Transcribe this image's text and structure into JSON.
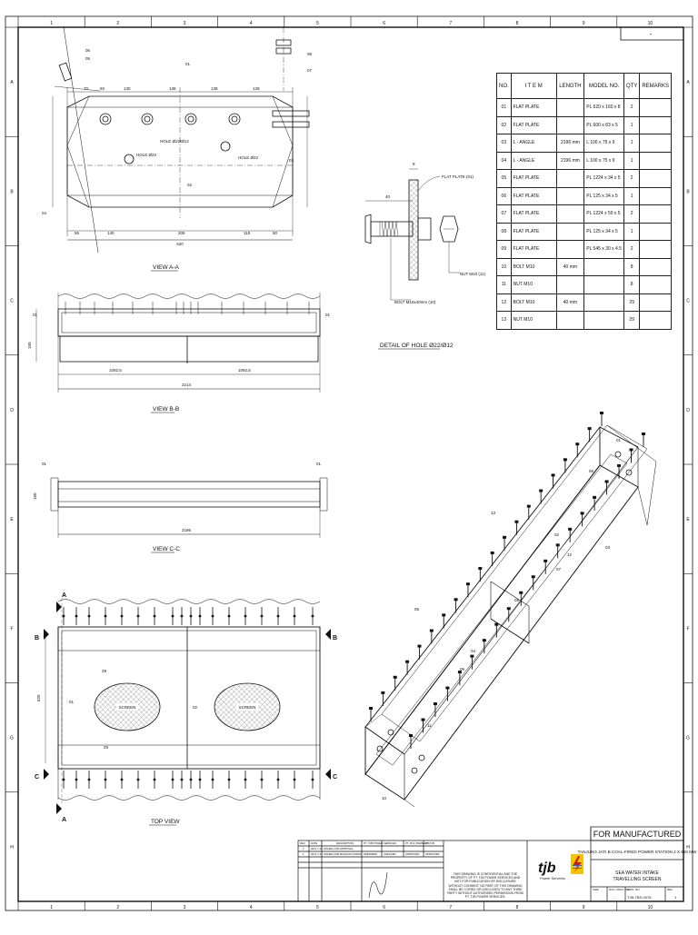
{
  "border": {
    "columns": [
      "1",
      "2",
      "3",
      "4",
      "5",
      "6",
      "7",
      "8",
      "9",
      "10"
    ],
    "rows": [
      "A",
      "B",
      "C",
      "D",
      "E",
      "F",
      "G",
      "H"
    ],
    "corner_dash": "-"
  },
  "views": {
    "view_aa": "VIEW A-A",
    "view_bb": "VIEW B-B",
    "view_cc": "VIEW C-C",
    "top_view": "TOP VIEW",
    "detail": "DETAIL OF HOLE Ø22/Ø12"
  },
  "view_aa_labels": {
    "holes_small": "HOLE Ø22/Ø12",
    "hole22a": "HOLE Ø22",
    "hole22b": "HOLE Ø22",
    "overall": "620",
    "dims_top": [
      "70",
      "92",
      "130",
      "138",
      "138",
      "128"
    ],
    "dims_bottom": [
      "56",
      "140",
      "206",
      "118",
      "50"
    ],
    "callouts": [
      "06",
      "05",
      "01",
      "02",
      "03",
      "04",
      "08",
      "07"
    ]
  },
  "view_bb_labels": {
    "half_left": "1092,5",
    "half_right": "1092,5",
    "total": "2214",
    "height": "160",
    "callouts": [
      "01",
      "01"
    ]
  },
  "view_cc_labels": {
    "total": "2196",
    "height": "160",
    "callouts": [
      "01",
      "01"
    ]
  },
  "top_view_labels": {
    "screen_left": "SCREEN",
    "screen_right": "SCREEN",
    "callouts": [
      "01",
      "02",
      "29",
      "29"
    ],
    "section_a": "A",
    "section_b": "B",
    "section_c": "C",
    "width": "620"
  },
  "detail_labels": {
    "flat_plate": "FLAT PLATE (01)",
    "nut": "NUT M10 (11)",
    "bolt": "BOLT M10x40mm (10)",
    "dim_a": "40",
    "dim_b": "8"
  },
  "bom": {
    "headers": [
      "NO.",
      "I T E M",
      "LENGTH",
      "MODEL NO.",
      "QTY",
      "REMARKS"
    ],
    "rows": [
      [
        "01",
        "FLAT PLATE",
        "",
        "PL 620 x 160 x 8",
        "2",
        ""
      ],
      [
        "02",
        "FLAT PLATE",
        "",
        "PL 600 x 83 x 5",
        "1",
        ""
      ],
      [
        "03",
        "L - ANGLE",
        "2196 mm",
        "L 100 x 75 x 9",
        "1",
        ""
      ],
      [
        "04",
        "L - ANGLE",
        "2196 mm",
        "L 100 x 75 x 9",
        "1",
        ""
      ],
      [
        "05",
        "FLAT PLATE",
        "",
        "PL 1224 x 34 x 5",
        "2",
        ""
      ],
      [
        "06",
        "FLAT PLATE",
        "",
        "PL 125 x 34 x 5",
        "1",
        ""
      ],
      [
        "07",
        "FLAT PLATE",
        "",
        "PL 1224 x 50 x 5",
        "2",
        ""
      ],
      [
        "08",
        "FLAT PLATE",
        "",
        "PL 125 x 34 x 5",
        "1",
        ""
      ],
      [
        "09",
        "FLAT PLATE",
        "",
        "PL 545 x 30 x 4.5",
        "2",
        ""
      ],
      [
        "10",
        "BOLT M10",
        "40 mm",
        "",
        "8",
        ""
      ],
      [
        "11",
        "NUT M10",
        "",
        "",
        "8",
        ""
      ],
      [
        "12",
        "BOLT M10",
        "40 mm",
        "",
        "29",
        ""
      ],
      [
        "13",
        "NUT M10",
        "",
        "",
        "29",
        ""
      ]
    ]
  },
  "title_block": {
    "status": "FOR MANUFACTURED",
    "project": "TANJUNG JATI B COAL-FIRED POWER STATION 2 X 660 MW",
    "title_line1": "SEA WATER INTAKE",
    "title_line2": "TRAVELLING SCREEN",
    "logo_text": "tjb",
    "logo_sub": "Power Services",
    "rev_headers": [
      "REV.",
      "DATE",
      "DESCRIPTION",
      "PT. TJB POWER SERVICES",
      "PT. PLN (PERSERO)",
      "PT. TJB"
    ],
    "rev_rows": [
      [
        "0",
        "2012-7-20",
        "ISSUED FOR APPROVAL"
      ],
      [
        "1",
        "2012-7-20",
        "ISSUED FOR MANUFACTURING"
      ]
    ],
    "approvals": [
      "PREPARED",
      "CHECKED",
      "APPROVED",
      "APPROVED"
    ],
    "notice": "THIS DRAWING IS CONFIDENTIAL AND THE PROPERTY OF PT. TJB POWER SERVICES AND NOT FOR PUBLICATION OR DISCLOSURE WITHOUT CONSENT. NO PART OF THIS DRAWING SHALL BE COPIED OR DISCLOSED TO ANY THIRD PARTY WITHOUT AUTHORISED PERMISSION FROM PT. TJB POWER SERVICES.",
    "drawing_no": "TJB-TBS-0078",
    "scale": "-",
    "sheet_rev": "1",
    "small_labels": [
      "SIZE",
      "DOC. PROJ. NO.",
      "DWG. NO.",
      "REV."
    ]
  },
  "iso_callouts": [
    "01",
    "02",
    "03",
    "04",
    "05",
    "06",
    "07",
    "08",
    "09",
    "10",
    "11",
    "12",
    "13"
  ]
}
